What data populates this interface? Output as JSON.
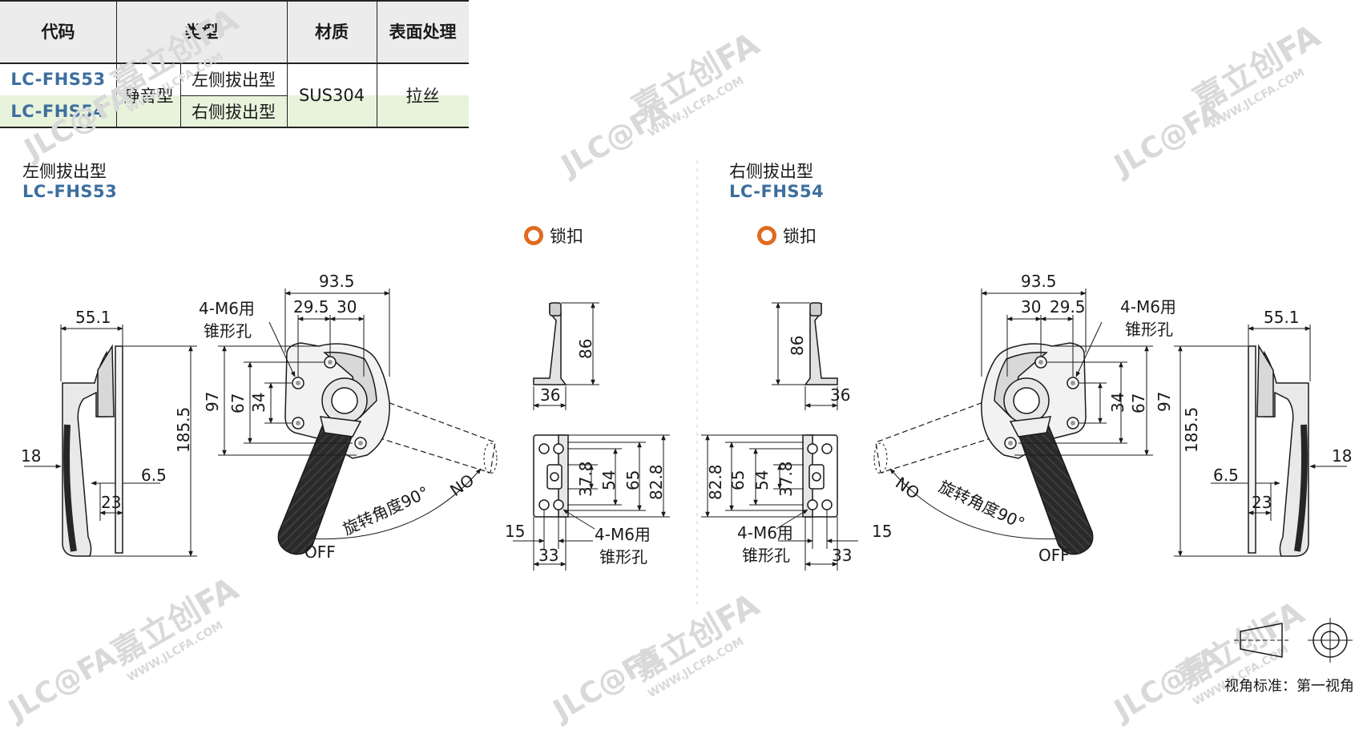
{
  "table": {
    "headers": {
      "code": "代码",
      "type": "类型",
      "material": "材质",
      "finish": "表面处理"
    },
    "rows": [
      {
        "code": "LC-FHS53",
        "variant": "左侧拔出型"
      },
      {
        "code": "LC-FHS54",
        "variant": "右侧拔出型"
      }
    ],
    "type_group": "静音型",
    "material": "SUS304",
    "finish": "拉丝"
  },
  "left_view": {
    "title": "左侧拔出型",
    "code": "LC-FHS53",
    "catch_label": "锁扣",
    "dims": {
      "d93_5": "93.5",
      "d29_5": "29.5",
      "d30": "30",
      "d55_1": "55.1",
      "d97": "97",
      "d67": "67",
      "d34": "34",
      "d185_5": "185.5",
      "d18": "18",
      "d6_5": "6.5",
      "d23": "23",
      "d86": "86",
      "d36": "36",
      "d37_8": "37.8",
      "d54": "54",
      "d65": "65",
      "d82_8": "82.8",
      "d15": "15",
      "d33": "33"
    },
    "hole_note_1": "4-M6用",
    "hole_note_2": "锥形孔",
    "rotation": "旋转角度90°",
    "label_no": "NO",
    "label_off": "OFF"
  },
  "right_view": {
    "title": "右侧拔出型",
    "code": "LC-FHS54",
    "catch_label": "锁扣"
  },
  "projection": "视角标准：第一视角",
  "watermark": {
    "brand": "JLC@FA",
    "cn": "嘉立创FA",
    "url": "WWW.JLCFA.COM"
  }
}
